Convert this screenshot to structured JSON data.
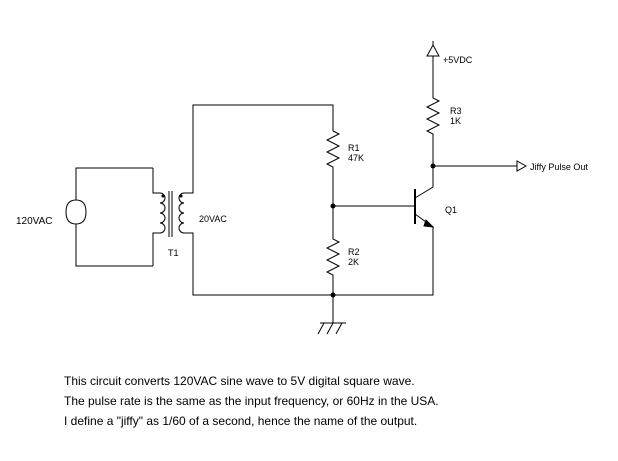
{
  "labels": {
    "source": "120VAC",
    "transformer": "T1",
    "secondary": "20VAC",
    "r1_name": "R1",
    "r1_value": "47K",
    "r2_name": "R2",
    "r2_value": "2K",
    "r3_name": "R3",
    "r3_value": "1K",
    "supply": "+5VDC",
    "transistor": "Q1",
    "output": "Jiffy Pulse Out"
  },
  "caption": {
    "line1": "This circuit converts 120VAC sine wave to 5V digital square wave.",
    "line2": "The pulse rate is the same as the input frequency, or 60Hz in the USA.",
    "line3": "I define a \"jiffy\" as 1/60 of a second, hence the name of the output."
  }
}
